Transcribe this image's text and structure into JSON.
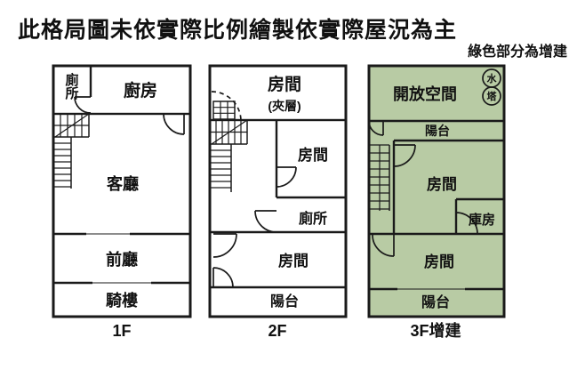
{
  "title": "此格局圖未依實際比例繪製依實際屋況為主",
  "legend_note": "綠色部分為增建",
  "colors": {
    "addition_green": "#b8cba4",
    "wall": "#1a1a1a",
    "background": "#ffffff"
  },
  "floors": [
    {
      "label": "1F",
      "rooms": {
        "toilet": "廁所",
        "kitchen": "廚房",
        "living_room": "客廳",
        "front_hall": "前廳",
        "arcade": "騎樓"
      }
    },
    {
      "label": "2F",
      "rooms": {
        "mezzanine_room": "房間",
        "mezzanine_suffix": "(夾層)",
        "room_upper": "房間",
        "toilet": "廁所",
        "room_lower": "房間",
        "balcony": "陽台"
      }
    },
    {
      "label": "3F增建",
      "rooms": {
        "open_space": "開放空間",
        "water_circle": "水",
        "tower_circle": "塔",
        "balcony_upper": "陽台",
        "room_middle": "房間",
        "storage": "庫房",
        "room_lower": "房間",
        "balcony_lower": "陽台"
      }
    }
  ]
}
